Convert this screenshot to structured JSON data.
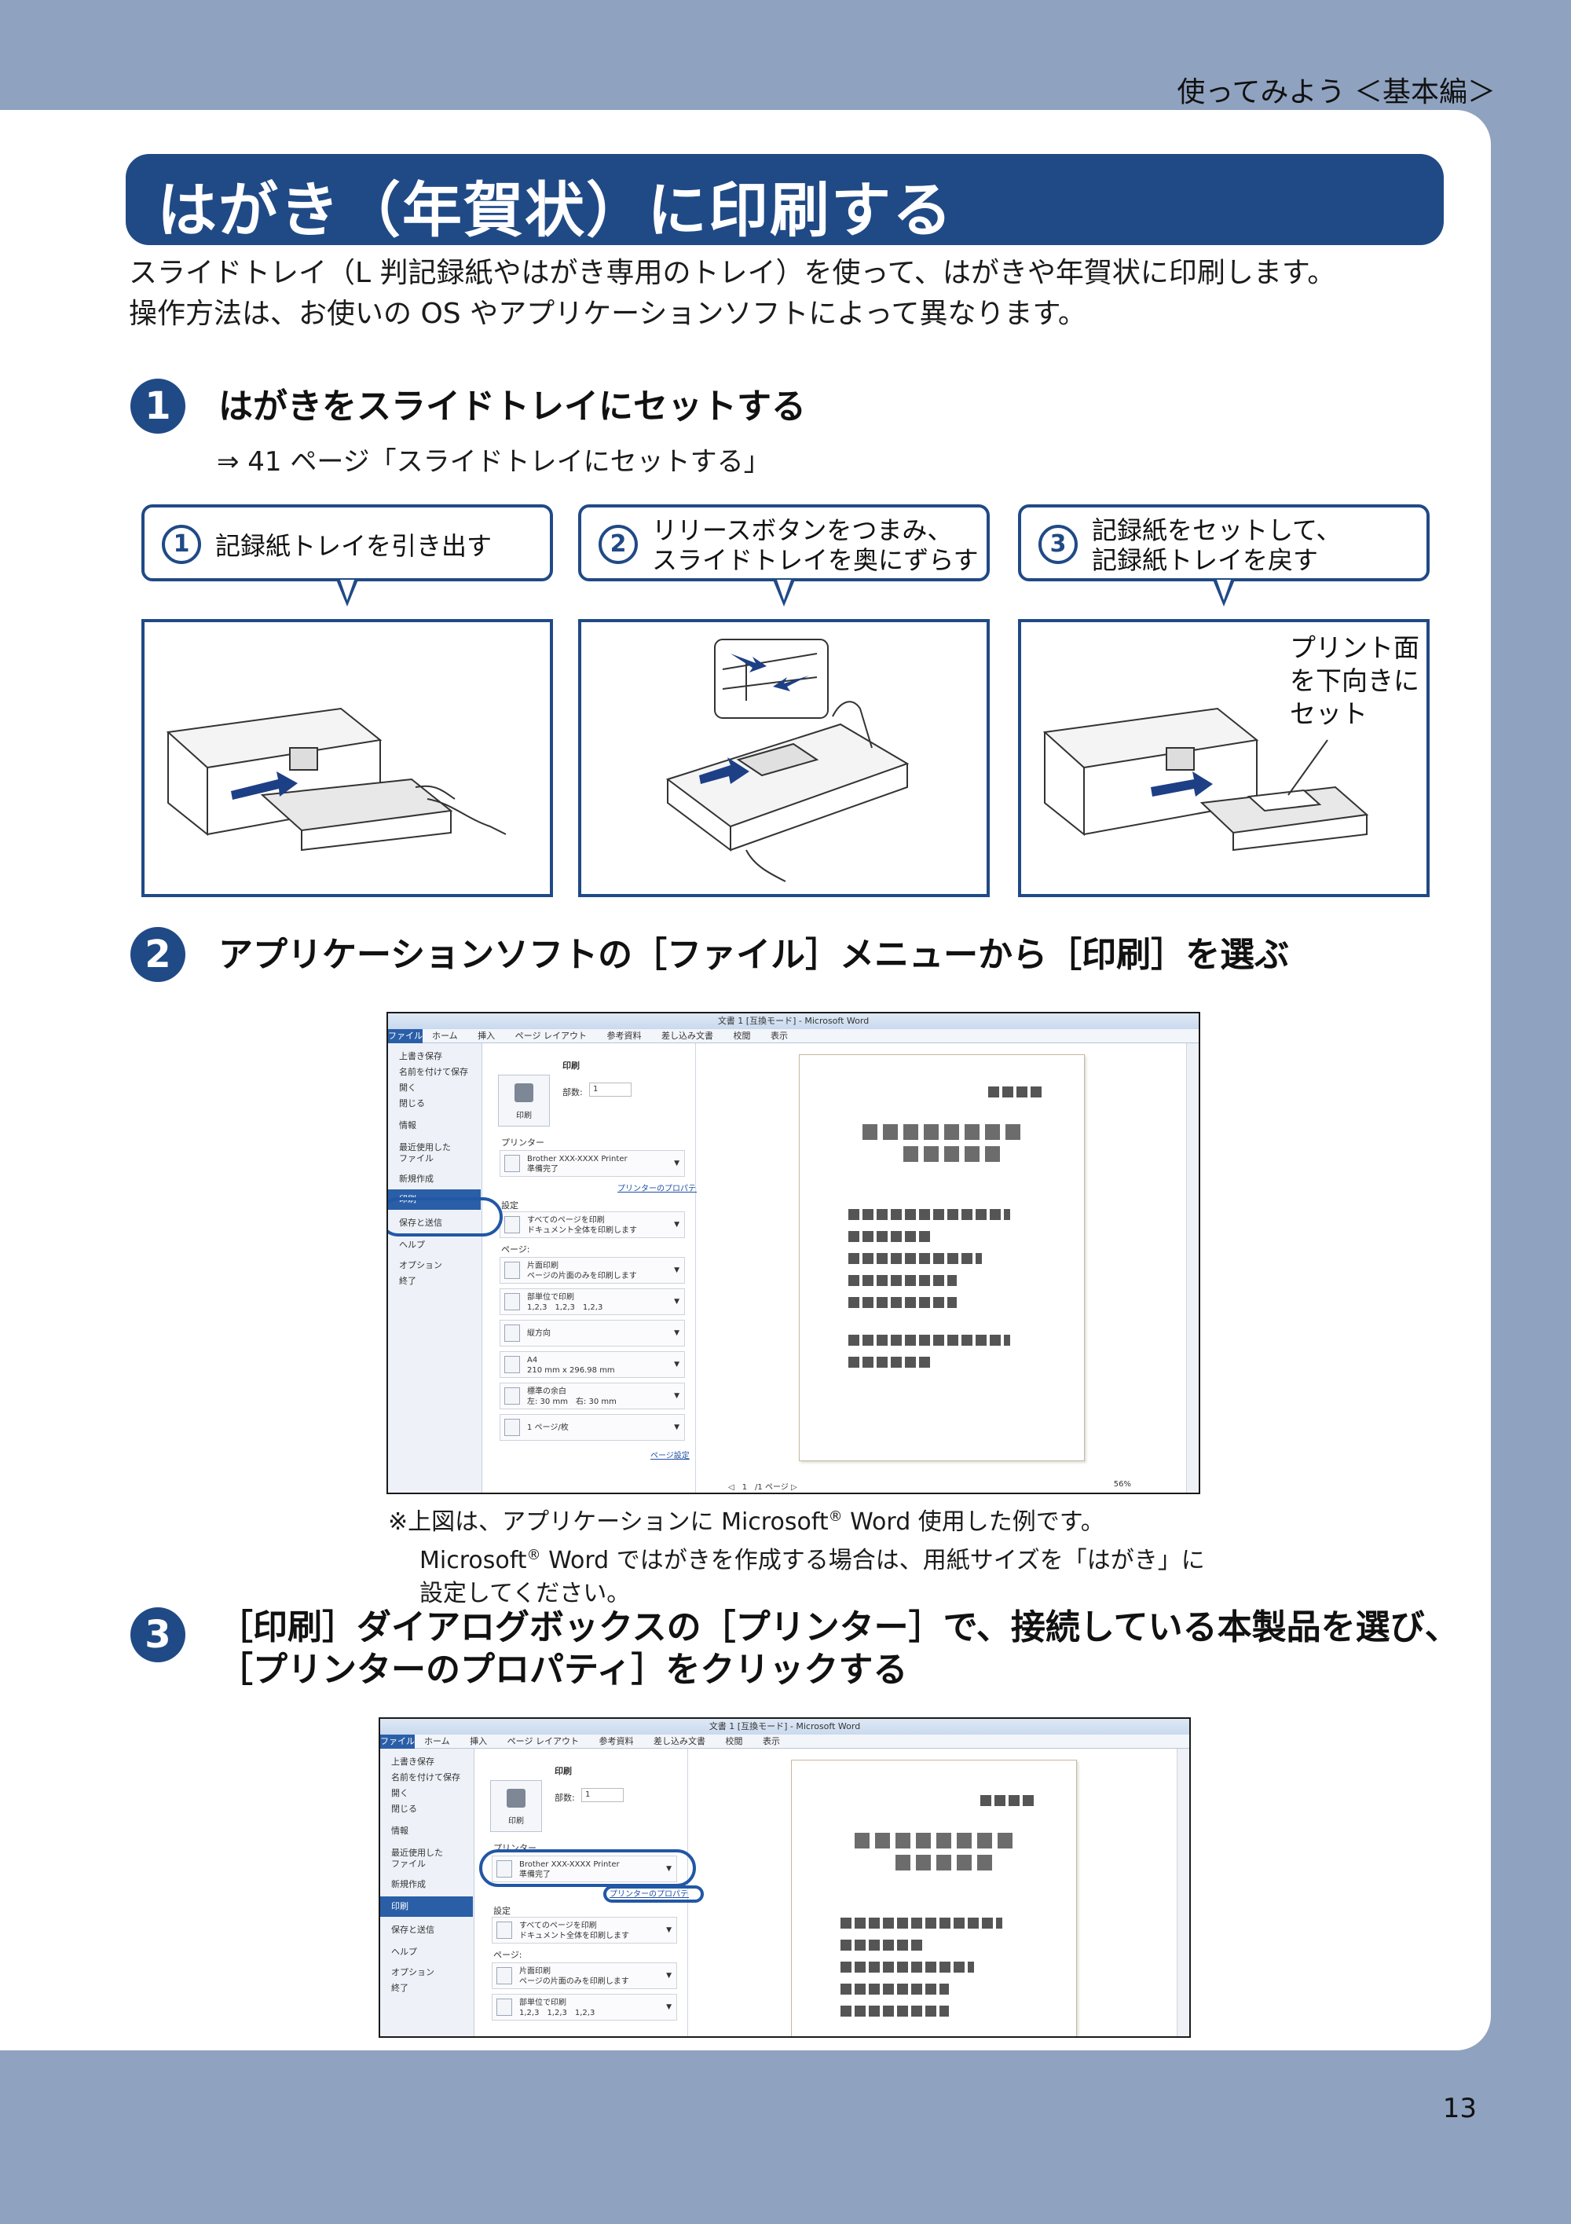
{
  "header": {
    "section": "使ってみよう ＜基本編＞"
  },
  "title": "はがき（年賀状）に印刷する",
  "intro": {
    "line1": "スライドトレイ（L 判記録紙やはがき専用のトレイ）を使って、はがきや年賀状に印刷します。",
    "line2": "操作方法は、お使いの OS やアプリケーションソフトによって異なります。"
  },
  "steps": [
    {
      "num": "1",
      "title": "はがきをスライドトレイにセットする",
      "ref": "⇒ 41 ページ「スライドトレイにセットする」"
    },
    {
      "num": "2",
      "title": "アプリケーションソフトの［ファイル］メニューから［印刷］を選ぶ"
    },
    {
      "num": "3",
      "title_line1": "［印刷］ダイアログボックスの［プリンター］で、接続している本製品を選び、",
      "title_line2": "［プリンターのプロパティ］をクリックする"
    }
  ],
  "bubbles": [
    {
      "num": "1",
      "line1": "記録紙トレイを引き出す",
      "line2": ""
    },
    {
      "num": "2",
      "line1": "リリースボタンをつまみ、",
      "line2": "スライドトレイを奥にずらす"
    },
    {
      "num": "3",
      "line1": "記録紙をセットして、",
      "line2": "記録紙トレイを戻す"
    }
  ],
  "illus3_label": {
    "line1": "プリント面",
    "line2": "を下向きに",
    "line3": "セット"
  },
  "word": {
    "title": "文書 1 [互換モード] - Microsoft Word",
    "file_tab": "ファイル",
    "tabs": [
      "ホーム",
      "挿入",
      "ページ レイアウト",
      "参考資料",
      "差し込み文書",
      "校閲",
      "表示"
    ],
    "left_menu": [
      "上書き保存",
      "名前を付けて保存",
      "開く",
      "閉じる",
      "情報",
      "最近使用した",
      "ファイル",
      "新規作成",
      "印刷",
      "保存と送信",
      "ヘルプ",
      "オプション",
      "終了"
    ],
    "print_heading": "印刷",
    "print_button": "印刷",
    "copies_label": "部数:",
    "copies_value": "1",
    "printer_heading": "プリンター",
    "printer_name": "Brother XXX-XXXX Printer",
    "printer_status": "準備完了",
    "printer_props": "プリンターのプロパティ",
    "settings_heading": "設定",
    "settings": [
      {
        "l1": "すべてのページを印刷",
        "l2": "ドキュメント全体を印刷します"
      },
      {
        "l1": "片面印刷",
        "l2": "ページの片面のみを印刷します"
      },
      {
        "l1": "部単位で印刷",
        "l2": "1,2,3　1,2,3　1,2,3"
      },
      {
        "l1": "縦方向",
        "l2": ""
      },
      {
        "l1": "A4",
        "l2": "210 mm x 296.98 mm"
      },
      {
        "l1": "標準の余白",
        "l2": "左: 30 mm　右: 30 mm"
      },
      {
        "l1": "1 ページ/枚",
        "l2": ""
      }
    ],
    "pages_label": "ページ:",
    "page_setup": "ページ設定",
    "page_nav": "◁　1　/1 ページ ▷",
    "zoom": "56%"
  },
  "note": {
    "line1_a": "※上図は、アプリケーションに Microsoft",
    "line1_b": " Word 使用した例です。",
    "line2_a": "Microsoft",
    "line2_b": " Word ではがきを作成する場合は、用紙サイズを「はがき」に",
    "line3": "設定してください。",
    "reg": "®"
  },
  "page_number": "13"
}
